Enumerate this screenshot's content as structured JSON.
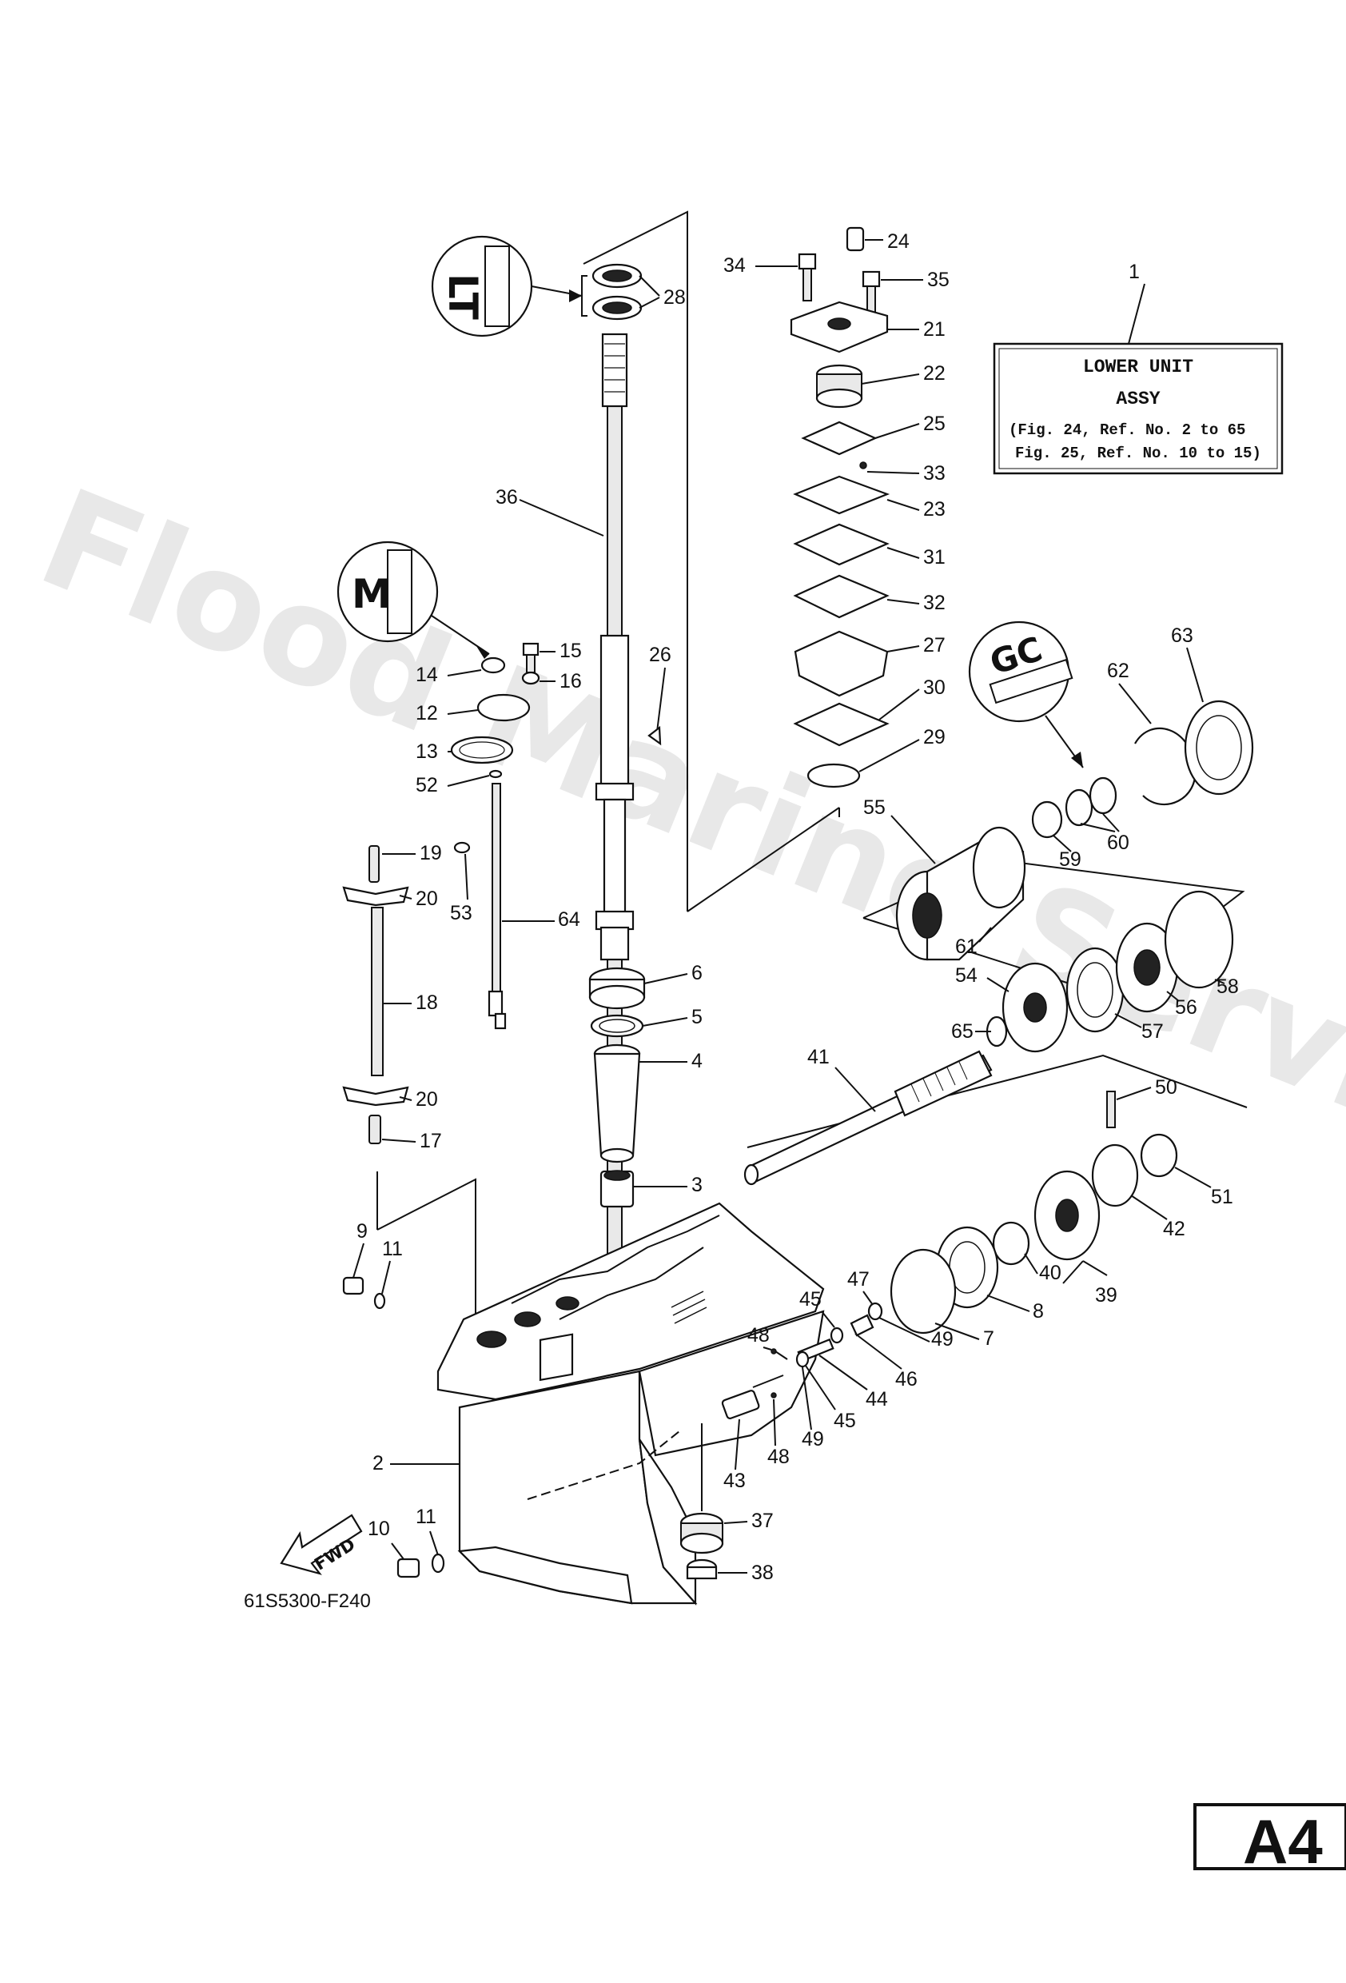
{
  "diagram": {
    "assy_box": {
      "ref": "1",
      "title_line1": "LOWER UNIT",
      "title_line2": "ASSY",
      "note_line1": "(Fig. 24, Ref. No. 2 to 65",
      "note_line2": "Fig. 25, Ref. No. 10 to 15)"
    },
    "drawing_code": "61S5300-F240",
    "fwd_label": "FWD",
    "page_tag": "A4",
    "watermark": "Flood Marine Services",
    "lubricant_marks": [
      "LT",
      "M",
      "GC"
    ],
    "callouts": [
      {
        "id": "c1",
        "text": "1"
      },
      {
        "id": "c2",
        "text": "2"
      },
      {
        "id": "c3",
        "text": "3"
      },
      {
        "id": "c4",
        "text": "4"
      },
      {
        "id": "c5",
        "text": "5"
      },
      {
        "id": "c6",
        "text": "6"
      },
      {
        "id": "c7",
        "text": "7"
      },
      {
        "id": "c8",
        "text": "8"
      },
      {
        "id": "c9",
        "text": "9"
      },
      {
        "id": "c10",
        "text": "10"
      },
      {
        "id": "c11a",
        "text": "11"
      },
      {
        "id": "c11b",
        "text": "11"
      },
      {
        "id": "c12",
        "text": "12"
      },
      {
        "id": "c13",
        "text": "13"
      },
      {
        "id": "c14",
        "text": "14"
      },
      {
        "id": "c15",
        "text": "15"
      },
      {
        "id": "c16",
        "text": "16"
      },
      {
        "id": "c17",
        "text": "17"
      },
      {
        "id": "c18",
        "text": "18"
      },
      {
        "id": "c19",
        "text": "19"
      },
      {
        "id": "c20a",
        "text": "20"
      },
      {
        "id": "c20b",
        "text": "20"
      },
      {
        "id": "c21",
        "text": "21"
      },
      {
        "id": "c22",
        "text": "22"
      },
      {
        "id": "c23",
        "text": "23"
      },
      {
        "id": "c24",
        "text": "24"
      },
      {
        "id": "c25",
        "text": "25"
      },
      {
        "id": "c26",
        "text": "26"
      },
      {
        "id": "c27",
        "text": "27"
      },
      {
        "id": "c28",
        "text": "28"
      },
      {
        "id": "c29",
        "text": "29"
      },
      {
        "id": "c30",
        "text": "30"
      },
      {
        "id": "c31",
        "text": "31"
      },
      {
        "id": "c32",
        "text": "32"
      },
      {
        "id": "c33",
        "text": "33"
      },
      {
        "id": "c34",
        "text": "34"
      },
      {
        "id": "c35",
        "text": "35"
      },
      {
        "id": "c36",
        "text": "36"
      },
      {
        "id": "c37",
        "text": "37"
      },
      {
        "id": "c38",
        "text": "38"
      },
      {
        "id": "c39",
        "text": "39"
      },
      {
        "id": "c40",
        "text": "40"
      },
      {
        "id": "c41",
        "text": "41"
      },
      {
        "id": "c42",
        "text": "42"
      },
      {
        "id": "c43",
        "text": "43"
      },
      {
        "id": "c44",
        "text": "44"
      },
      {
        "id": "c45a",
        "text": "45"
      },
      {
        "id": "c45b",
        "text": "45"
      },
      {
        "id": "c46",
        "text": "46"
      },
      {
        "id": "c47",
        "text": "47"
      },
      {
        "id": "c48a",
        "text": "48"
      },
      {
        "id": "c48b",
        "text": "48"
      },
      {
        "id": "c49a",
        "text": "49"
      },
      {
        "id": "c49b",
        "text": "49"
      },
      {
        "id": "c50",
        "text": "50"
      },
      {
        "id": "c51",
        "text": "51"
      },
      {
        "id": "c52",
        "text": "52"
      },
      {
        "id": "c53",
        "text": "53"
      },
      {
        "id": "c54",
        "text": "54"
      },
      {
        "id": "c55",
        "text": "55"
      },
      {
        "id": "c56",
        "text": "56"
      },
      {
        "id": "c57",
        "text": "57"
      },
      {
        "id": "c58",
        "text": "58"
      },
      {
        "id": "c59",
        "text": "59"
      },
      {
        "id": "c60",
        "text": "60"
      },
      {
        "id": "c61",
        "text": "61"
      },
      {
        "id": "c62",
        "text": "62"
      },
      {
        "id": "c63",
        "text": "63"
      },
      {
        "id": "c64",
        "text": "64"
      },
      {
        "id": "c65",
        "text": "65"
      }
    ]
  }
}
